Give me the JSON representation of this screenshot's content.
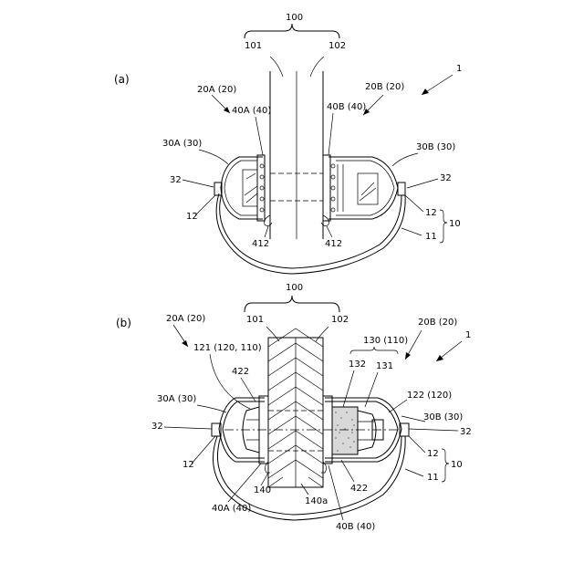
{
  "labels": {
    "a_panel": "(a)",
    "b_panel": "(b)",
    "a_100": "100",
    "a_101": "101",
    "a_102": "102",
    "a_1": "1",
    "a_20A": "20A (20)",
    "a_20B": "20B (20)",
    "a_40A": "40A (40)",
    "a_40B": "40B (40)",
    "a_30A": "30A (30)",
    "a_30B": "30B (30)",
    "a_32L": "32",
    "a_32R": "32",
    "a_12L": "12",
    "a_12R": "12",
    "a_11": "11",
    "a_10": "10",
    "a_412L": "412",
    "a_412R": "412",
    "b_100": "100",
    "b_101": "101",
    "b_102": "102",
    "b_1": "1",
    "b_20A": "20A (20)",
    "b_20B": "20B (20)",
    "b_121": "121 (120, 110)",
    "b_130": "130 (110)",
    "b_422top": "422",
    "b_132": "132",
    "b_131": "131",
    "b_122": "122 (120)",
    "b_30A": "30A (30)",
    "b_30B": "30B (30)",
    "b_32L": "32",
    "b_32R": "32",
    "b_12L": "12",
    "b_12R": "12",
    "b_11": "11",
    "b_10": "10",
    "b_140": "140",
    "b_140a": "140a",
    "b_422bot": "422",
    "b_40A": "40A (40)",
    "b_40B": "40B (40)"
  }
}
